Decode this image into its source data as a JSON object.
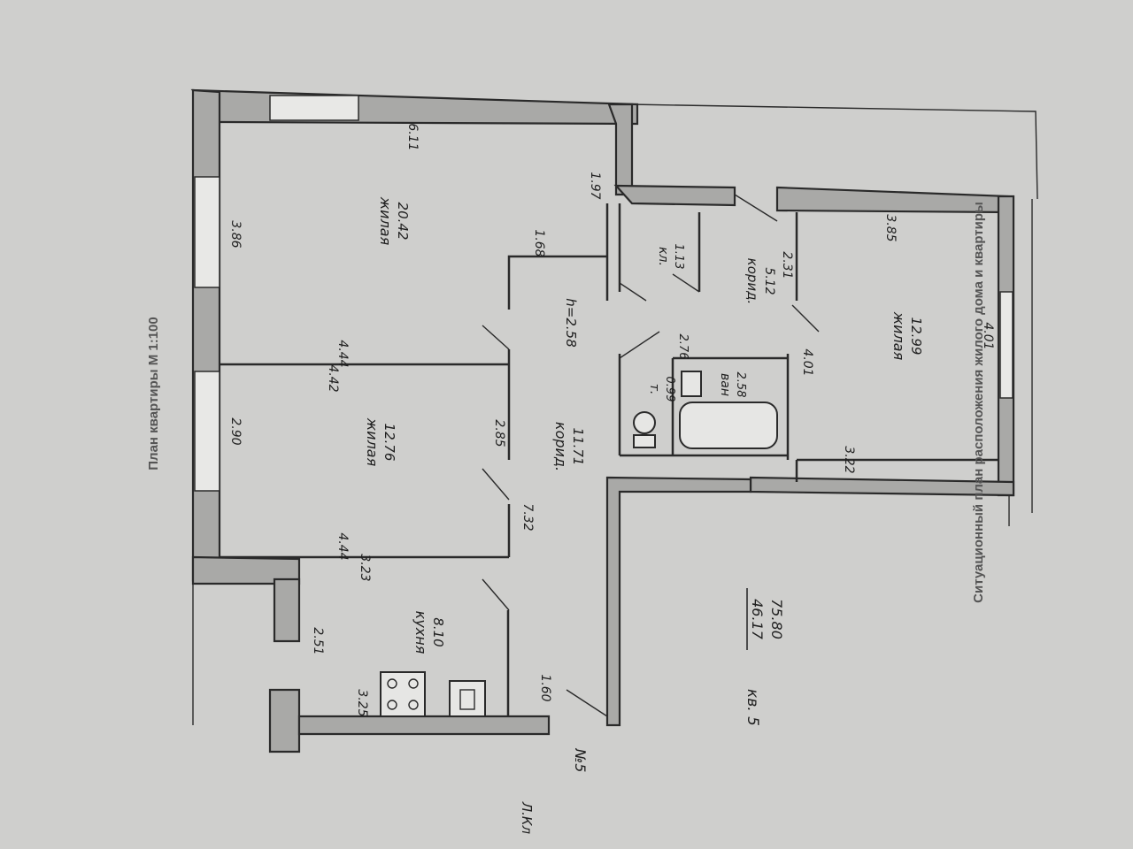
{
  "captions": {
    "plan_title": "План квартиры М 1:100",
    "situation_title": "Ситуационный план расположения жилого дома и квартиры"
  },
  "apartment": {
    "number": "кв. 5",
    "area_living": "46.17",
    "area_total": "75.80",
    "mark_n5": "№5",
    "mark_lkl": "Л.Кл",
    "ceiling_height": "h=2.58"
  },
  "rooms": {
    "living_large": {
      "name": "жилая",
      "area": "20.42"
    },
    "living_mid": {
      "name": "жилая",
      "area": "12.76"
    },
    "living_right": {
      "name": "жилая",
      "area": "12.99"
    },
    "kitchen": {
      "name": "кухня",
      "area": "8.10"
    },
    "corridor_main": {
      "name": "корид.",
      "area": "11.71"
    },
    "corridor_small": {
      "name": "корид.",
      "area": "5.12"
    },
    "closet": {
      "name": "кл.",
      "area": "1.13"
    },
    "toilet": {
      "name": "т.",
      "area": "0.99"
    },
    "bathroom": {
      "name": "ван",
      "area": "2.58"
    }
  },
  "dimensions": {
    "d611": "6.11",
    "d386": "3.86",
    "d197": "1.97",
    "d168": "1.68",
    "d444a": "4.44",
    "d442": "4.42",
    "d290": "2.90",
    "d285": "2.85",
    "d732": "7.32",
    "d444b": "4.44",
    "d323": "3.23",
    "d251": "2.51",
    "d325": "3.25",
    "d160": "1.60",
    "d276": "2.76",
    "d385": "3.85",
    "d231": "2.31",
    "d401a": "4.01",
    "d401b": "4.01",
    "d322": "3.22"
  }
}
